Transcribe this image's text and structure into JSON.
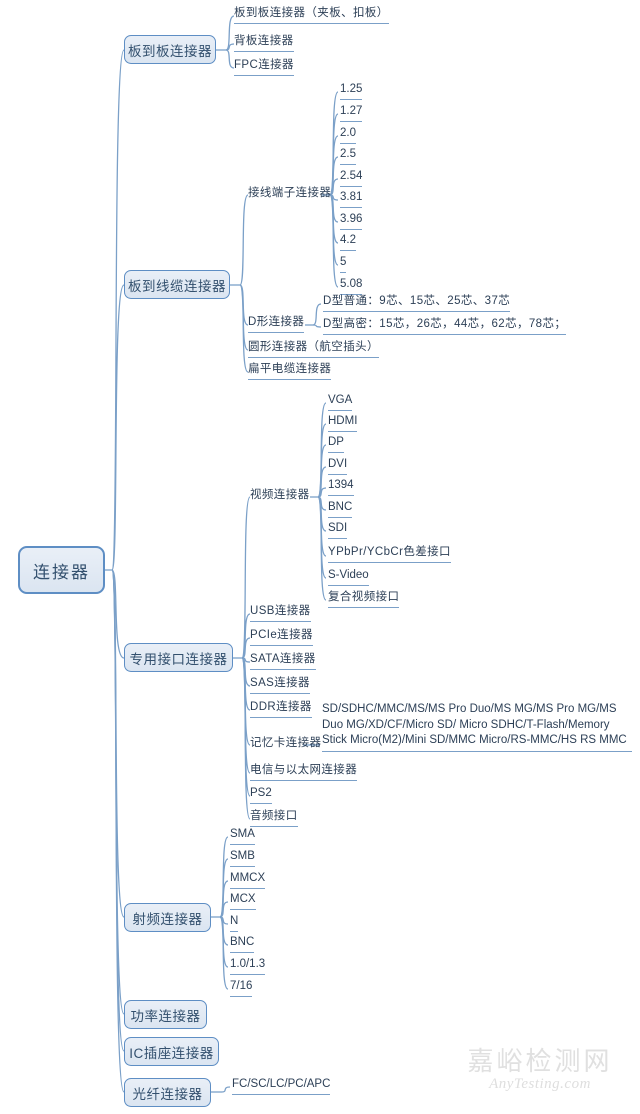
{
  "root": {
    "label": "连接器"
  },
  "branches": [
    {
      "id": "board-to-board",
      "label": "板到板连接器",
      "children": [
        {
          "label": "板到板连接器（夹板、扣板）"
        },
        {
          "label": "背板连接器"
        },
        {
          "label": "FPC连接器"
        }
      ]
    },
    {
      "id": "board-to-cable",
      "label": "板到线缆连接器",
      "children": [
        {
          "label": "接线端子连接器",
          "children": [
            {
              "label": "1.25"
            },
            {
              "label": "1.27"
            },
            {
              "label": "2.0"
            },
            {
              "label": "2.5"
            },
            {
              "label": "2.54"
            },
            {
              "label": "3.81"
            },
            {
              "label": "3.96"
            },
            {
              "label": "4.2"
            },
            {
              "label": "5"
            },
            {
              "label": "5.08"
            }
          ]
        },
        {
          "label": "D形连接器",
          "children": [
            {
              "label": "D型普通：9芯、15芯、25芯、37芯"
            },
            {
              "label": "D型高密：15芯，26芯，44芯，62芯，78芯；"
            }
          ]
        },
        {
          "label": "圆形连接器（航空插头）"
        },
        {
          "label": "扁平电缆连接器"
        }
      ]
    },
    {
      "id": "special-interface",
      "label": "专用接口连接器",
      "children": [
        {
          "label": "视频连接器",
          "children": [
            {
              "label": "VGA"
            },
            {
              "label": "HDMI"
            },
            {
              "label": "DP"
            },
            {
              "label": "DVI"
            },
            {
              "label": "1394"
            },
            {
              "label": "BNC"
            },
            {
              "label": "SDI"
            },
            {
              "label": "YPbPr/YCbCr色差接口"
            },
            {
              "label": "S-Video"
            },
            {
              "label": "复合视频接口"
            }
          ]
        },
        {
          "label": "USB连接器"
        },
        {
          "label": "PCIe连接器"
        },
        {
          "label": "SATA连接器"
        },
        {
          "label": "SAS连接器"
        },
        {
          "label": "DDR连接器"
        },
        {
          "label": "记忆卡连接器",
          "children": [
            {
              "label": "SD/SDHC/MMC/MS/MS Pro Duo/MS MG/MS Pro MG/MS Duo MG/XD/CF/Micro SD/ Micro SDHC/T-Flash/Memory Stick Micro(M2)/Mini SD/MMC Micro/RS-MMC/HS RS MMC"
            }
          ]
        },
        {
          "label": "电信与以太网连接器"
        },
        {
          "label": "PS2"
        },
        {
          "label": "音频接口"
        }
      ]
    },
    {
      "id": "rf",
      "label": "射频连接器",
      "children": [
        {
          "label": "SMA"
        },
        {
          "label": "SMB"
        },
        {
          "label": "MMCX"
        },
        {
          "label": "MCX"
        },
        {
          "label": "N"
        },
        {
          "label": "BNC"
        },
        {
          "label": "1.0/1.3"
        },
        {
          "label": "7/16"
        }
      ]
    },
    {
      "id": "power",
      "label": "功率连接器",
      "children": []
    },
    {
      "id": "ic-socket",
      "label": "IC插座连接器",
      "children": []
    },
    {
      "id": "optical-fiber",
      "label": "光纤连接器",
      "children": [
        {
          "label": "FC/SC/LC/PC/APC"
        }
      ]
    }
  ],
  "watermark": {
    "cn": "嘉峪检测网",
    "en": "AnyTesting.com"
  },
  "colors": {
    "node_fill": "#dfe7f2",
    "node_border": "#5e8ec4",
    "node_text": "#33506e",
    "leaf_text": "#2c3f56",
    "connector_line": "#7ba0c8",
    "background": "#ffffff"
  }
}
